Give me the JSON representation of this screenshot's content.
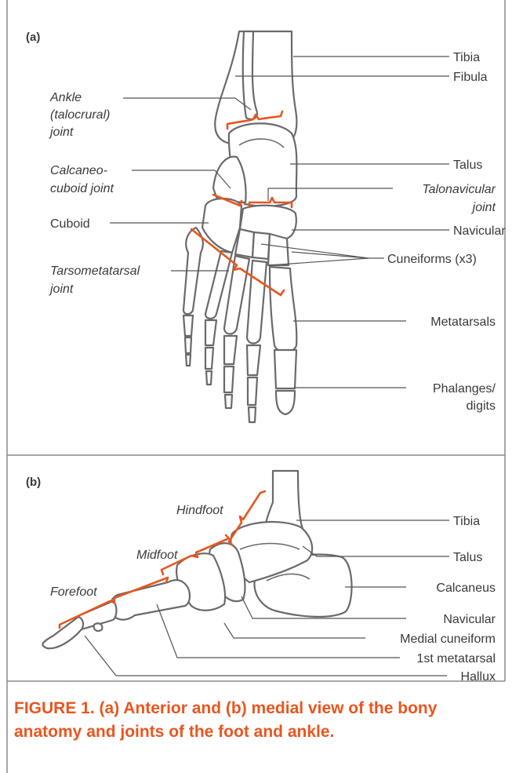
{
  "panel_a": {
    "tag": "(a)",
    "labels": {
      "tibia": "Tibia",
      "fibula": "Fibula",
      "ankle_1": "Ankle",
      "ankle_2": "(talocrural)",
      "ankle_3": "joint",
      "calcaneo_1": "Calcaneo-",
      "calcaneo_2": "cuboid joint",
      "talus": "Talus",
      "talonavicular_1": "Talonavicular",
      "talonavicular_2": "joint",
      "cuboid": "Cuboid",
      "navicular": "Navicular",
      "cuneiforms": "Cuneiforms (x3)",
      "tarsometatarsal_1": "Tarsometatarsal",
      "tarsometatarsal_2": "joint",
      "metatarsals": "Metatarsals",
      "phalanges_1": "Phalanges/",
      "phalanges_2": "digits"
    }
  },
  "panel_b": {
    "tag": "(b)",
    "labels": {
      "hindfoot": "Hindfoot",
      "midfoot": "Midfoot",
      "forefoot": "Forefoot",
      "tibia": "Tibia",
      "talus": "Talus",
      "calcaneus": "Calcaneus",
      "navicular": "Navicular",
      "medial_cuneiform": "Medial cuneiform",
      "first_metatarsal": "1st metatarsal",
      "hallux": "Hallux"
    }
  },
  "caption": "FIGURE 1. (a) Anterior and (b) medial view of the bony anatomy and joints of the foot and ankle.",
  "colors": {
    "accent": "#e8561f",
    "bone_outline": "#6a6a6a",
    "frame": "#8a8a8a",
    "text": "#3a3a3a"
  }
}
